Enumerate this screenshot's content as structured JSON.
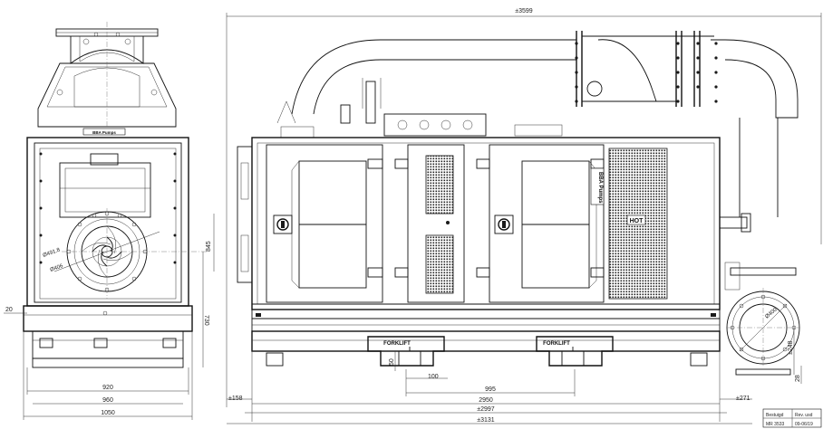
{
  "drawing": {
    "overall_top": "±3599",
    "front_width_920": "920",
    "front_width_960": "960",
    "front_width_1050": "1050",
    "front_left_20": "20",
    "front_height_730": "730",
    "front_height_845": "845",
    "impeller_dia": "Ø491.8",
    "impeller_dia2": "Ø406",
    "side_left_offset": "±158",
    "side_right_offset": "±271",
    "side_base_2997": "±2997",
    "side_base_2950": "2950",
    "side_base_3131": "±3131",
    "side_995": "995",
    "side_100": "100",
    "side_50": "50",
    "outlet_dia": "Ø400",
    "outlet_height": "±248",
    "outlet_28": "28",
    "forklift_left": "FORKLIFT",
    "forklift_right": "FORKLIFT",
    "hot_label": "HOT",
    "brand_vertical": "BBA Pumps",
    "brand_small": "BBA Pumps"
  },
  "title_block": {
    "cell_1": "Bestuigd",
    "cell_2": "Rev. usd",
    "cell_3": "MR 3533",
    "cell_4": "09-06/19"
  }
}
